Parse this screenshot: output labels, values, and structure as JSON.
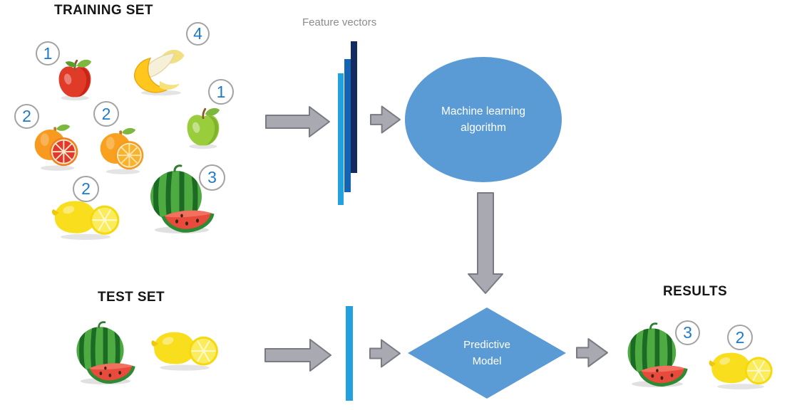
{
  "diagram": {
    "training": {
      "label": "TRAINING SET",
      "items": [
        {
          "fruit": "red-apple",
          "count": "1"
        },
        {
          "fruit": "banana",
          "count": "4"
        },
        {
          "fruit": "grapefruit",
          "count": "2"
        },
        {
          "fruit": "orange",
          "count": "2"
        },
        {
          "fruit": "green-apple",
          "count": "1"
        },
        {
          "fruit": "lemon",
          "count": "2"
        },
        {
          "fruit": "watermelon",
          "count": "3"
        }
      ]
    },
    "feature_vectors": {
      "label": "Feature vectors"
    },
    "algorithm": {
      "label": "Machine learning algorithm"
    },
    "model": {
      "label": "Predictive Model"
    },
    "test": {
      "label": "TEST SET",
      "items": [
        {
          "fruit": "watermelon"
        },
        {
          "fruit": "lemon"
        }
      ]
    },
    "results": {
      "label": "RESULTS",
      "items": [
        {
          "fruit": "watermelon",
          "count": "3"
        },
        {
          "fruit": "lemon",
          "count": "2"
        }
      ]
    },
    "colors": {
      "node_fill": "#5B9BD5",
      "arrow_fill": "#A9A9B2",
      "arrow_border": "#7A7A84",
      "bar_cyan": "#21A2DE",
      "bar_blue": "#1464B4",
      "bar_navy": "#142A62",
      "badge_number": "#1E7AC8",
      "label_gray": "#8C8C8C"
    }
  }
}
